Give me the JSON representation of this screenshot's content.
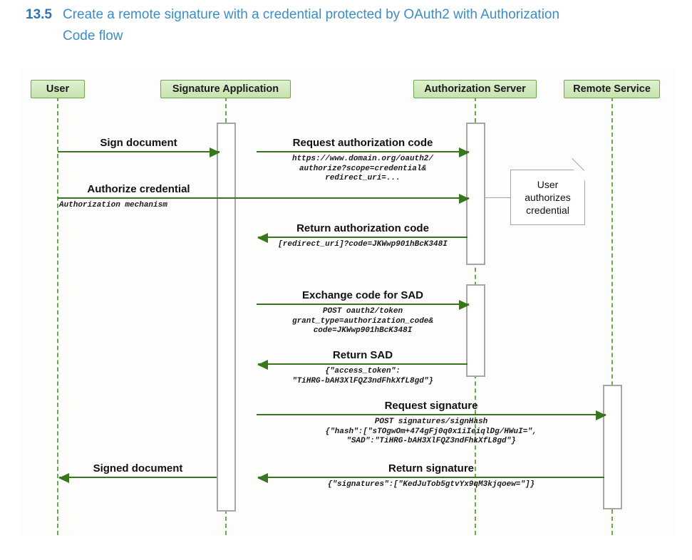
{
  "heading": {
    "number": "13.5",
    "title": "Create a remote signature with a credential protected by OAuth2 with Authorization Code flow"
  },
  "colors": {
    "heading_number": "#2E74B5",
    "heading_text": "#3c8dc5",
    "actor_border": "#6aa84f",
    "actor_fill_top": "#dff0d0",
    "actor_fill_bottom": "#c7e3ae",
    "lifeline": "#6aa84f",
    "arrow": "#38761d",
    "activation_border": "#a6a6a6",
    "note_border": "#a6a6a6",
    "canvas_background": "#fdfdfb"
  },
  "diagram": {
    "type": "uml-sequence-diagram",
    "participants": [
      {
        "id": "user",
        "label": "User"
      },
      {
        "id": "signature_application",
        "label": "Signature Application"
      },
      {
        "id": "authorization_server",
        "label": "Authorization Server"
      },
      {
        "id": "remote_service",
        "label": "Remote Service"
      }
    ],
    "notes": [
      {
        "id": "user-authorizes-credential",
        "text": "User\nauthorizes\ncredential",
        "attached_to": "authorization_server"
      }
    ],
    "messages": [
      {
        "index": 1,
        "from": "user",
        "to": "signature_application",
        "direction": "right",
        "label": "Sign document",
        "payload": ""
      },
      {
        "index": 2,
        "from": "signature_application",
        "to": "authorization_server",
        "direction": "right",
        "label": "Request authorization code",
        "payload": "https://www.domain.org/oauth2/\nauthorize?scope=credential&\nredirect_uri=..."
      },
      {
        "index": 3,
        "from": "user",
        "to": "authorization_server",
        "direction": "right",
        "label": "Authorize credential",
        "payload": "Authorization mechanism"
      },
      {
        "index": 4,
        "from": "authorization_server",
        "to": "signature_application",
        "direction": "left",
        "label": "Return authorization code",
        "payload": "[redirect_uri]?code=JKWwp901hBcK348I"
      },
      {
        "index": 5,
        "from": "signature_application",
        "to": "authorization_server",
        "direction": "right",
        "label": "Exchange code for SAD",
        "payload": "POST oauth2/token\ngrant_type=authorization_code&\ncode=JKWwp901hBcK348I"
      },
      {
        "index": 6,
        "from": "authorization_server",
        "to": "signature_application",
        "direction": "left",
        "label": "Return SAD",
        "payload": "{\"access_token\":\n\"TiHRG-bAH3XlFQZ3ndFhkXfL8gd\"}"
      },
      {
        "index": 7,
        "from": "signature_application",
        "to": "remote_service",
        "direction": "right",
        "label": "Request signature",
        "payload": "POST signatures/signHash\n{\"hash\":[\"sTOgwOm+474gFj0q0x1iIeiqlDg/HWuI=\",\n\"SAD\":\"TiHRG-bAH3XlFQZ3ndFhkXfL8gd\"}"
      },
      {
        "index": 8,
        "from": "remote_service",
        "to": "signature_application",
        "direction": "left",
        "label": "Return signature",
        "payload": "{\"signatures\":[\"KedJuTob5gtvYx9qM3kjqoew=\"]}"
      },
      {
        "index": 9,
        "from": "signature_application",
        "to": "user",
        "direction": "left",
        "label": "Signed document",
        "payload": ""
      }
    ]
  }
}
